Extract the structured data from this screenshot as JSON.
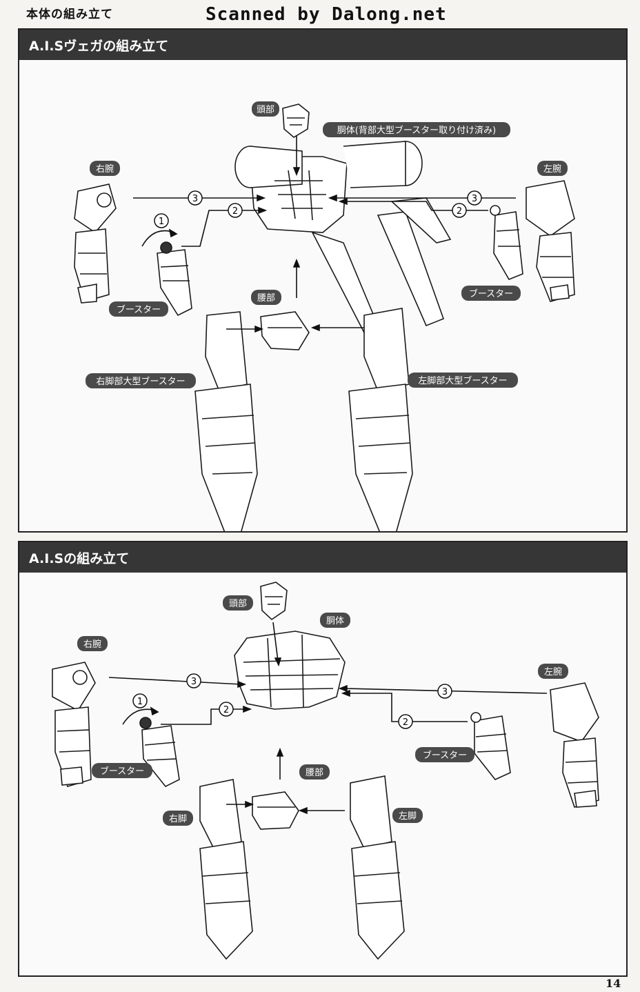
{
  "header": {
    "section_title": "本体の組み立て",
    "scan_credit": "Scanned by Dalong.net"
  },
  "panels": [
    {
      "title": "A.I.Sヴェガの組み立て",
      "labels": {
        "head": "頭部",
        "torso": "胴体(背部大型ブースター取り付け済み)",
        "right_arm": "右腕",
        "left_arm": "左腕",
        "booster_left_side": "ブースター",
        "booster_right_side": "ブースター",
        "waist": "腰部",
        "right_leg": "右脚部大型ブースター",
        "left_leg": "左脚部大型ブースター"
      },
      "steps": [
        "1",
        "2",
        "3"
      ]
    },
    {
      "title": "A.I.Sの組み立て",
      "labels": {
        "head": "頭部",
        "torso": "胴体",
        "right_arm": "右腕",
        "left_arm": "左腕",
        "booster_left_side": "ブースター",
        "booster_right_side": "ブースター",
        "waist": "腰部",
        "right_leg": "右脚",
        "left_leg": "左脚"
      },
      "steps": [
        "1",
        "2",
        "3"
      ]
    }
  ],
  "page_number": "14"
}
